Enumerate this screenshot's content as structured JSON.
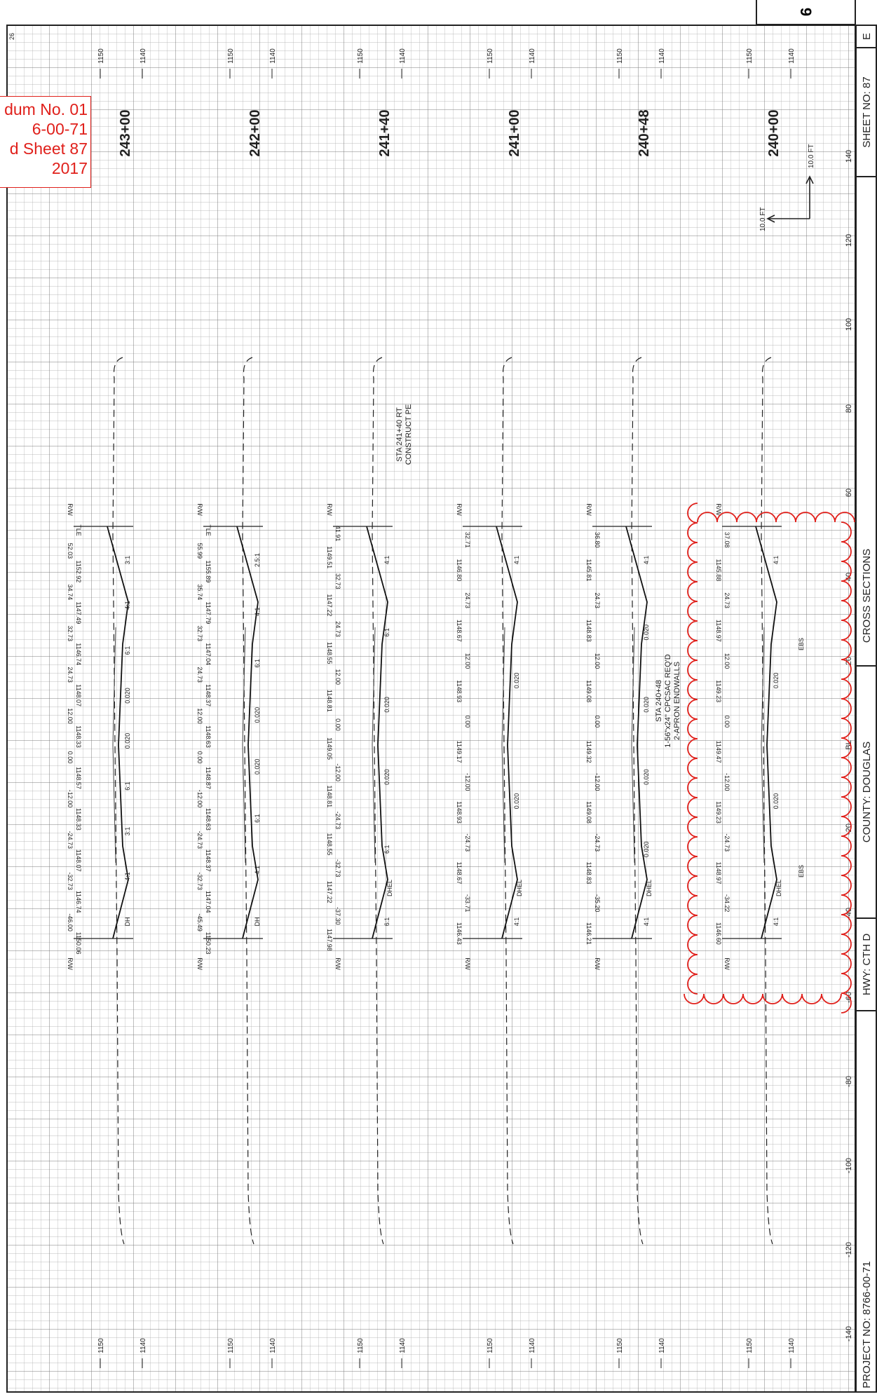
{
  "sheet": {
    "corner_number": "26",
    "top_box_number": "9",
    "addendum_note": [
      "dum No. 01",
      "6-00-71",
      "d Sheet 87",
      "2017"
    ],
    "title_block": {
      "sheet_no": "SHEET NO:  87",
      "sheet_letter": "E",
      "section": "CROSS SECTIONS",
      "county": "COUNTY: DOUGLAS",
      "hwy": "HWY: CTH D",
      "project": "PROJECT NO: 8766-00-71"
    },
    "offset_scale": [
      "140",
      "120",
      "100",
      "80",
      "60",
      "40",
      "20",
      "BL",
      "-20",
      "-40",
      "-60",
      "-80",
      "-100",
      "-120",
      "-140"
    ],
    "elev_labels": [
      "1150",
      "1140"
    ],
    "scale_note": {
      "horizontal": "10.0 FT",
      "vertical": "10.0 FT"
    }
  },
  "sections": [
    {
      "station": "243+00",
      "labels": [
        "R/W",
        "TLE",
        "52.03",
        "1152.92",
        "34.74",
        "1147.49",
        "32.73",
        "1146.74",
        "24.73",
        "1148.07",
        "12.00",
        "1148.33",
        "0.00",
        "1148.57",
        "-12.00",
        "1148.33",
        "-24.73",
        "1148.07",
        "-32.73",
        "1146.74",
        "-46.00",
        "1150.06",
        "R/W"
      ],
      "slopes": [
        "3:1",
        "4:1",
        "6:1",
        "0.020",
        "0.020",
        "6:1",
        "3:1",
        "4:1",
        "DH"
      ]
    },
    {
      "station": "242+00",
      "labels": [
        "R/W",
        "TLE",
        "55.99",
        "1155.89",
        "35.74",
        "1147.79",
        "32.73",
        "1147.04",
        "24.73",
        "1148.37",
        "12.00",
        "1148.63",
        "0.00",
        "1148.87",
        "-12.00",
        "1148.63",
        "-24.73",
        "1148.37",
        "-32.73",
        "1147.04",
        "-45.49",
        "1150.23",
        "R/W"
      ],
      "slopes": [
        "2.5:1",
        "4:1",
        "6:1",
        "0.020",
        "0.020",
        "6:1",
        "4:1",
        "DH"
      ]
    },
    {
      "station": "241+40",
      "labels": [
        "R/W",
        "41.91",
        "1149.51",
        "32.73",
        "1147.22",
        "24.73",
        "1148.55",
        "12.00",
        "1148.81",
        "0.00",
        "1149.05",
        "-12.00",
        "1148.81",
        "-24.73",
        "1148.55",
        "-32.73",
        "1147.22",
        "-37.30",
        "1147.98",
        "R/W"
      ],
      "slopes": [
        "4:1",
        "6:1",
        "0.020",
        "0.020",
        "6:1",
        "6:1"
      ],
      "notes": [
        "STA 241+40 RT",
        "CONSTRUCT PE"
      ],
      "tags": [
        "DHEL"
      ]
    },
    {
      "station": "241+00",
      "labels": [
        "R/W",
        "32.71",
        "1146.80",
        "24.73",
        "1148.67",
        "12.00",
        "1148.93",
        "0.00",
        "1149.17",
        "-12.00",
        "1148.93",
        "-24.73",
        "1148.67",
        "-33.71",
        "1146.43",
        "R/W"
      ],
      "slopes": [
        "4:1",
        "0.020",
        "0.020",
        "4:1"
      ],
      "tags": [
        "DHEL"
      ]
    },
    {
      "station": "240+48",
      "labels": [
        "R/W",
        "36.80",
        "1145.81",
        "24.73",
        "1148.83",
        "12.00",
        "1149.08",
        "0.00",
        "1149.32",
        "-12.00",
        "1149.08",
        "-24.73",
        "1148.83",
        "-35.20",
        "1146.21",
        "R/W"
      ],
      "slopes": [
        "4:1",
        "0.020",
        "0.020",
        "0.020",
        "0.020",
        "4:1"
      ],
      "notes": [
        "STA 240+48",
        "1-56\"x24\" CPCSAC REQ'D",
        "2-APRON ENDWALLS"
      ],
      "tags": [
        "DHEL"
      ]
    },
    {
      "station": "240+00",
      "labels": [
        "R/W",
        "37.08",
        "1145.88",
        "24.73",
        "1148.97",
        "12.00",
        "1149.23",
        "0.00",
        "1149.47",
        "-12.00",
        "1149.23",
        "-24.73",
        "1148.97",
        "-34.22",
        "1146.60",
        "R/W"
      ],
      "slopes": [
        "4:1",
        "0.020",
        "0.020",
        "4:1"
      ],
      "tags": [
        "EBS",
        "EBS",
        "DHEL"
      ]
    }
  ]
}
